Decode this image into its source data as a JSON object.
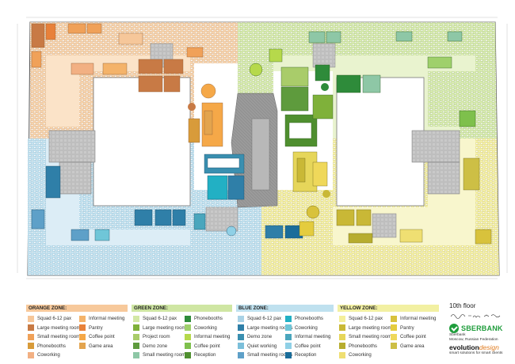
{
  "floor_label": "10th floor",
  "brand": {
    "client": "SBERBANK",
    "client_sub": "Sberbank",
    "client_location": "Moscow, Russian Federation",
    "designer_a": "evolution",
    "designer_b": "design",
    "designer_tagline": "smart solutions for smart clients"
  },
  "zones": [
    {
      "title": "ORANGE ZONE:",
      "color": "#f7c99b",
      "items": [
        {
          "label": "Squad 6-12 pax",
          "color": "#f6c79a"
        },
        {
          "label": "Large meeting rooms",
          "color": "#c87a45"
        },
        {
          "label": "Small meeting rooms",
          "color": "#f0a159"
        },
        {
          "label": "Phonebooths",
          "color": "#d89b3a"
        },
        {
          "label": "Coworking",
          "color": "#f2b083"
        },
        {
          "label": "Informal meeting",
          "color": "#f4b36a"
        },
        {
          "label": "Pantry",
          "color": "#e8813a"
        },
        {
          "label": "Coffee point",
          "color": "#f5a848"
        },
        {
          "label": "Game area",
          "color": "#e3a44e"
        }
      ]
    },
    {
      "title": "GREEN ZONE:",
      "color": "#cfe6a3",
      "items": [
        {
          "label": "Squad 6-12 pax",
          "color": "#d3e8a5"
        },
        {
          "label": "Large meeting rooms",
          "color": "#7fb13a"
        },
        {
          "label": "Project room",
          "color": "#a9cc6a"
        },
        {
          "label": "Demo zone",
          "color": "#5e9b3d"
        },
        {
          "label": "Small meeting rooms",
          "color": "#8ec7a6"
        },
        {
          "label": "Phonebooths",
          "color": "#2e8b3a"
        },
        {
          "label": "Coworking",
          "color": "#9fd06b"
        },
        {
          "label": "Informal meeting",
          "color": "#b6d94b"
        },
        {
          "label": "Coffee point",
          "color": "#7ec04c"
        },
        {
          "label": "Reception",
          "color": "#4f8f2f"
        }
      ]
    },
    {
      "title": "BLUE ZONE:",
      "color": "#bfe1ef",
      "items": [
        {
          "label": "Squad 6-12 pax",
          "color": "#a9d2e6"
        },
        {
          "label": "Large meeting rooms",
          "color": "#2f7fa8"
        },
        {
          "label": "Demo zone",
          "color": "#3a8fb0"
        },
        {
          "label": "Quiet working",
          "color": "#7bbfda"
        },
        {
          "label": "Small meeting rooms",
          "color": "#5ea0c8"
        },
        {
          "label": "Phonebooths",
          "color": "#22b0c4"
        },
        {
          "label": "Coworking",
          "color": "#6fc6d8"
        },
        {
          "label": "Informal meeting",
          "color": "#4aa6bd"
        },
        {
          "label": "Coffee point",
          "color": "#8fd0e6"
        },
        {
          "label": "Reception",
          "color": "#1a6d9a"
        }
      ]
    },
    {
      "title": "YELLOW ZONE:",
      "color": "#f2f0a2",
      "items": [
        {
          "label": "Squad 6-12 pax",
          "color": "#f4ef9a"
        },
        {
          "label": "Large meeting rooms",
          "color": "#c9b836"
        },
        {
          "label": "Small meeting rooms",
          "color": "#e6d65a"
        },
        {
          "label": "Phonebooths",
          "color": "#b7ad2e"
        },
        {
          "label": "Coworking",
          "color": "#efdf72"
        },
        {
          "label": "Informal meeting",
          "color": "#d8c23c"
        },
        {
          "label": "Pantry",
          "color": "#e4cc3e"
        },
        {
          "label": "Coffee point",
          "color": "#efd85a"
        },
        {
          "label": "Game area",
          "color": "#cdbf45"
        }
      ]
    }
  ]
}
